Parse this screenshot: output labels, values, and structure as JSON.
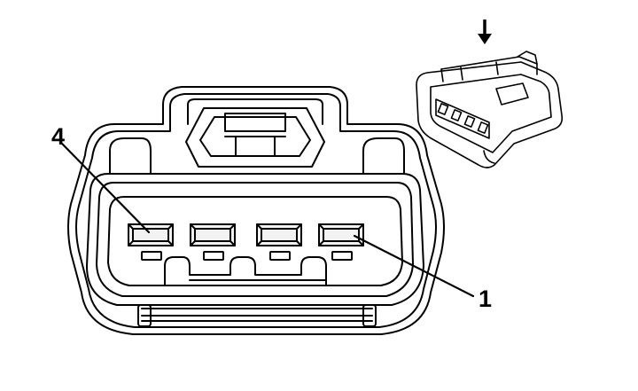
{
  "diagram": {
    "pin_label_left": "4",
    "pin_label_right": "1",
    "pin_count": 4,
    "line_color": "#000000",
    "fill_color": "#ffffff",
    "shade_color": "#f2f2f2",
    "indicator": "down-arrow-icon"
  }
}
